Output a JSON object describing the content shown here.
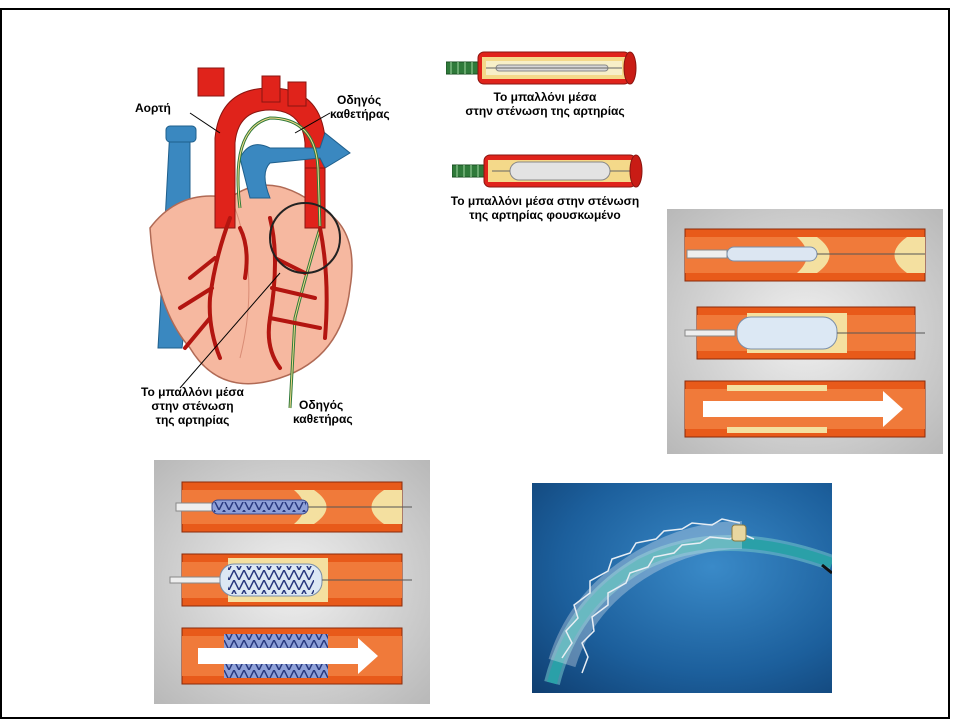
{
  "heart_diagram": {
    "label_aorta": "Αορτή",
    "label_guide_catheter_top_line1": "Οδηγός",
    "label_guide_catheter_top_line2": "καθετήρας",
    "label_balloon_line1": "Το μπαλλόνι μέσα",
    "label_balloon_line2": "στην στένωση",
    "label_balloon_line3": "της αρτηρίας",
    "label_guide_catheter_bottom_line1": "Οδηγός",
    "label_guide_catheter_bottom_line2": "καθετήρας"
  },
  "balloon_deflated": {
    "caption_line1": "Το μπαλλόνι μέσα",
    "caption_line2": "στην στένωση της αρτηρίας"
  },
  "balloon_inflated": {
    "caption_line1": "Το μπαλλόνι μέσα στην στένωση",
    "caption_line2": "της αρτηρίας φουσκωμένο"
  },
  "colors": {
    "artery_red": "#e0231b",
    "artery_orange": "#e85a1a",
    "vein_blue": "#3a88c0",
    "heart_pink": "#f6b8a0",
    "plaque_yellow": "#f4d98a",
    "catheter_green": "#2f7a3a",
    "panel_gray": "#c8c8c8",
    "stent_blue": "#5a6fb0",
    "photo_blue": "#1c5f9c"
  }
}
